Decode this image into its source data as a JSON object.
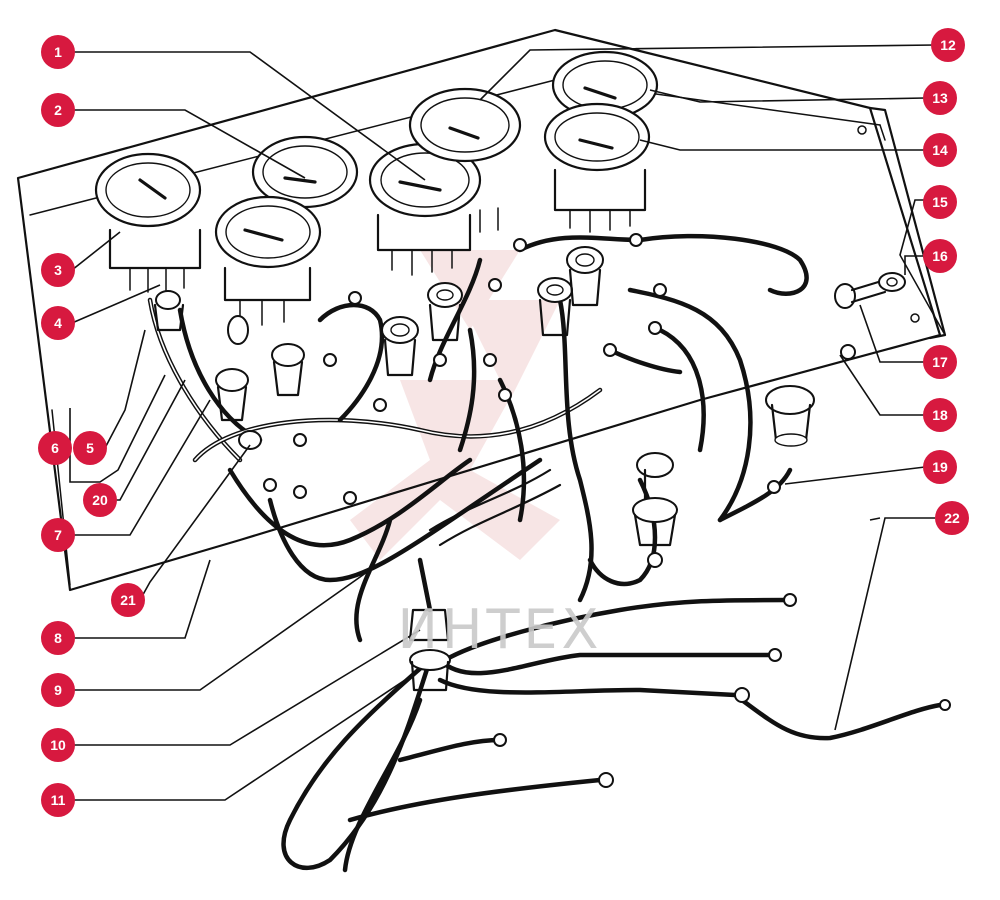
{
  "watermark": {
    "text": "ИНТЕХ",
    "color": "#c9c9c9",
    "logo_color": "#f1cfcf"
  },
  "colors": {
    "callout_fill": "#d7193f",
    "callout_text": "#ffffff",
    "line": "#111111"
  },
  "callouts": [
    {
      "number": "1"
    },
    {
      "number": "2"
    },
    {
      "number": "3"
    },
    {
      "number": "4"
    },
    {
      "number": "5"
    },
    {
      "number": "6"
    },
    {
      "number": "7"
    },
    {
      "number": "8"
    },
    {
      "number": "9"
    },
    {
      "number": "10"
    },
    {
      "number": "11"
    },
    {
      "number": "12"
    },
    {
      "number": "13"
    },
    {
      "number": "14"
    },
    {
      "number": "15"
    },
    {
      "number": "16"
    },
    {
      "number": "17"
    },
    {
      "number": "18"
    },
    {
      "number": "19"
    },
    {
      "number": "20"
    },
    {
      "number": "21"
    },
    {
      "number": "22"
    }
  ]
}
